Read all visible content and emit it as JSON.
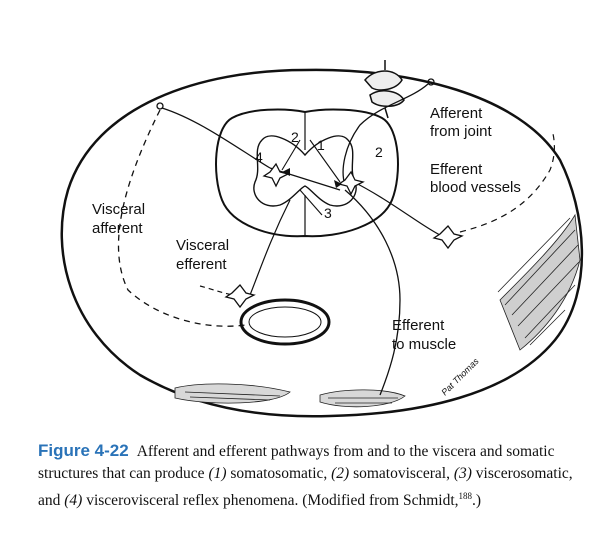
{
  "diagram": {
    "labels": {
      "afferent_from_joint_1": "Afferent",
      "afferent_from_joint_2": "from joint",
      "efferent_blood_1": "Efferent",
      "efferent_blood_2": "blood vessels",
      "visceral_afferent_1": "Visceral",
      "visceral_afferent_2": "afferent",
      "visceral_efferent_1": "Visceral",
      "visceral_efferent_2": "efferent",
      "efferent_muscle_1": "Efferent",
      "efferent_muscle_2": "to muscle"
    },
    "pathway_numbers": [
      "1",
      "2",
      "2",
      "3",
      "4"
    ],
    "signature": "Pat Thomas"
  },
  "caption": {
    "figure_label": "Figure 4-22",
    "text_1": "Afferent and efferent pathways from and to the viscera and somatic structures that can produce ",
    "r1": "(1)",
    "t1": " somatosomatic, ",
    "r2": "(2)",
    "t2": " somatovisceral, ",
    "r3": "(3)",
    "t3": " viscerosomatic, and ",
    "r4": "(4)",
    "t4": " viscerovisceral reflex phenomena. (Modified from Schmidt,",
    "ref": "188",
    "t5": ".)"
  },
  "colors": {
    "figure_label": "#2a73b8",
    "ink": "#111111"
  }
}
